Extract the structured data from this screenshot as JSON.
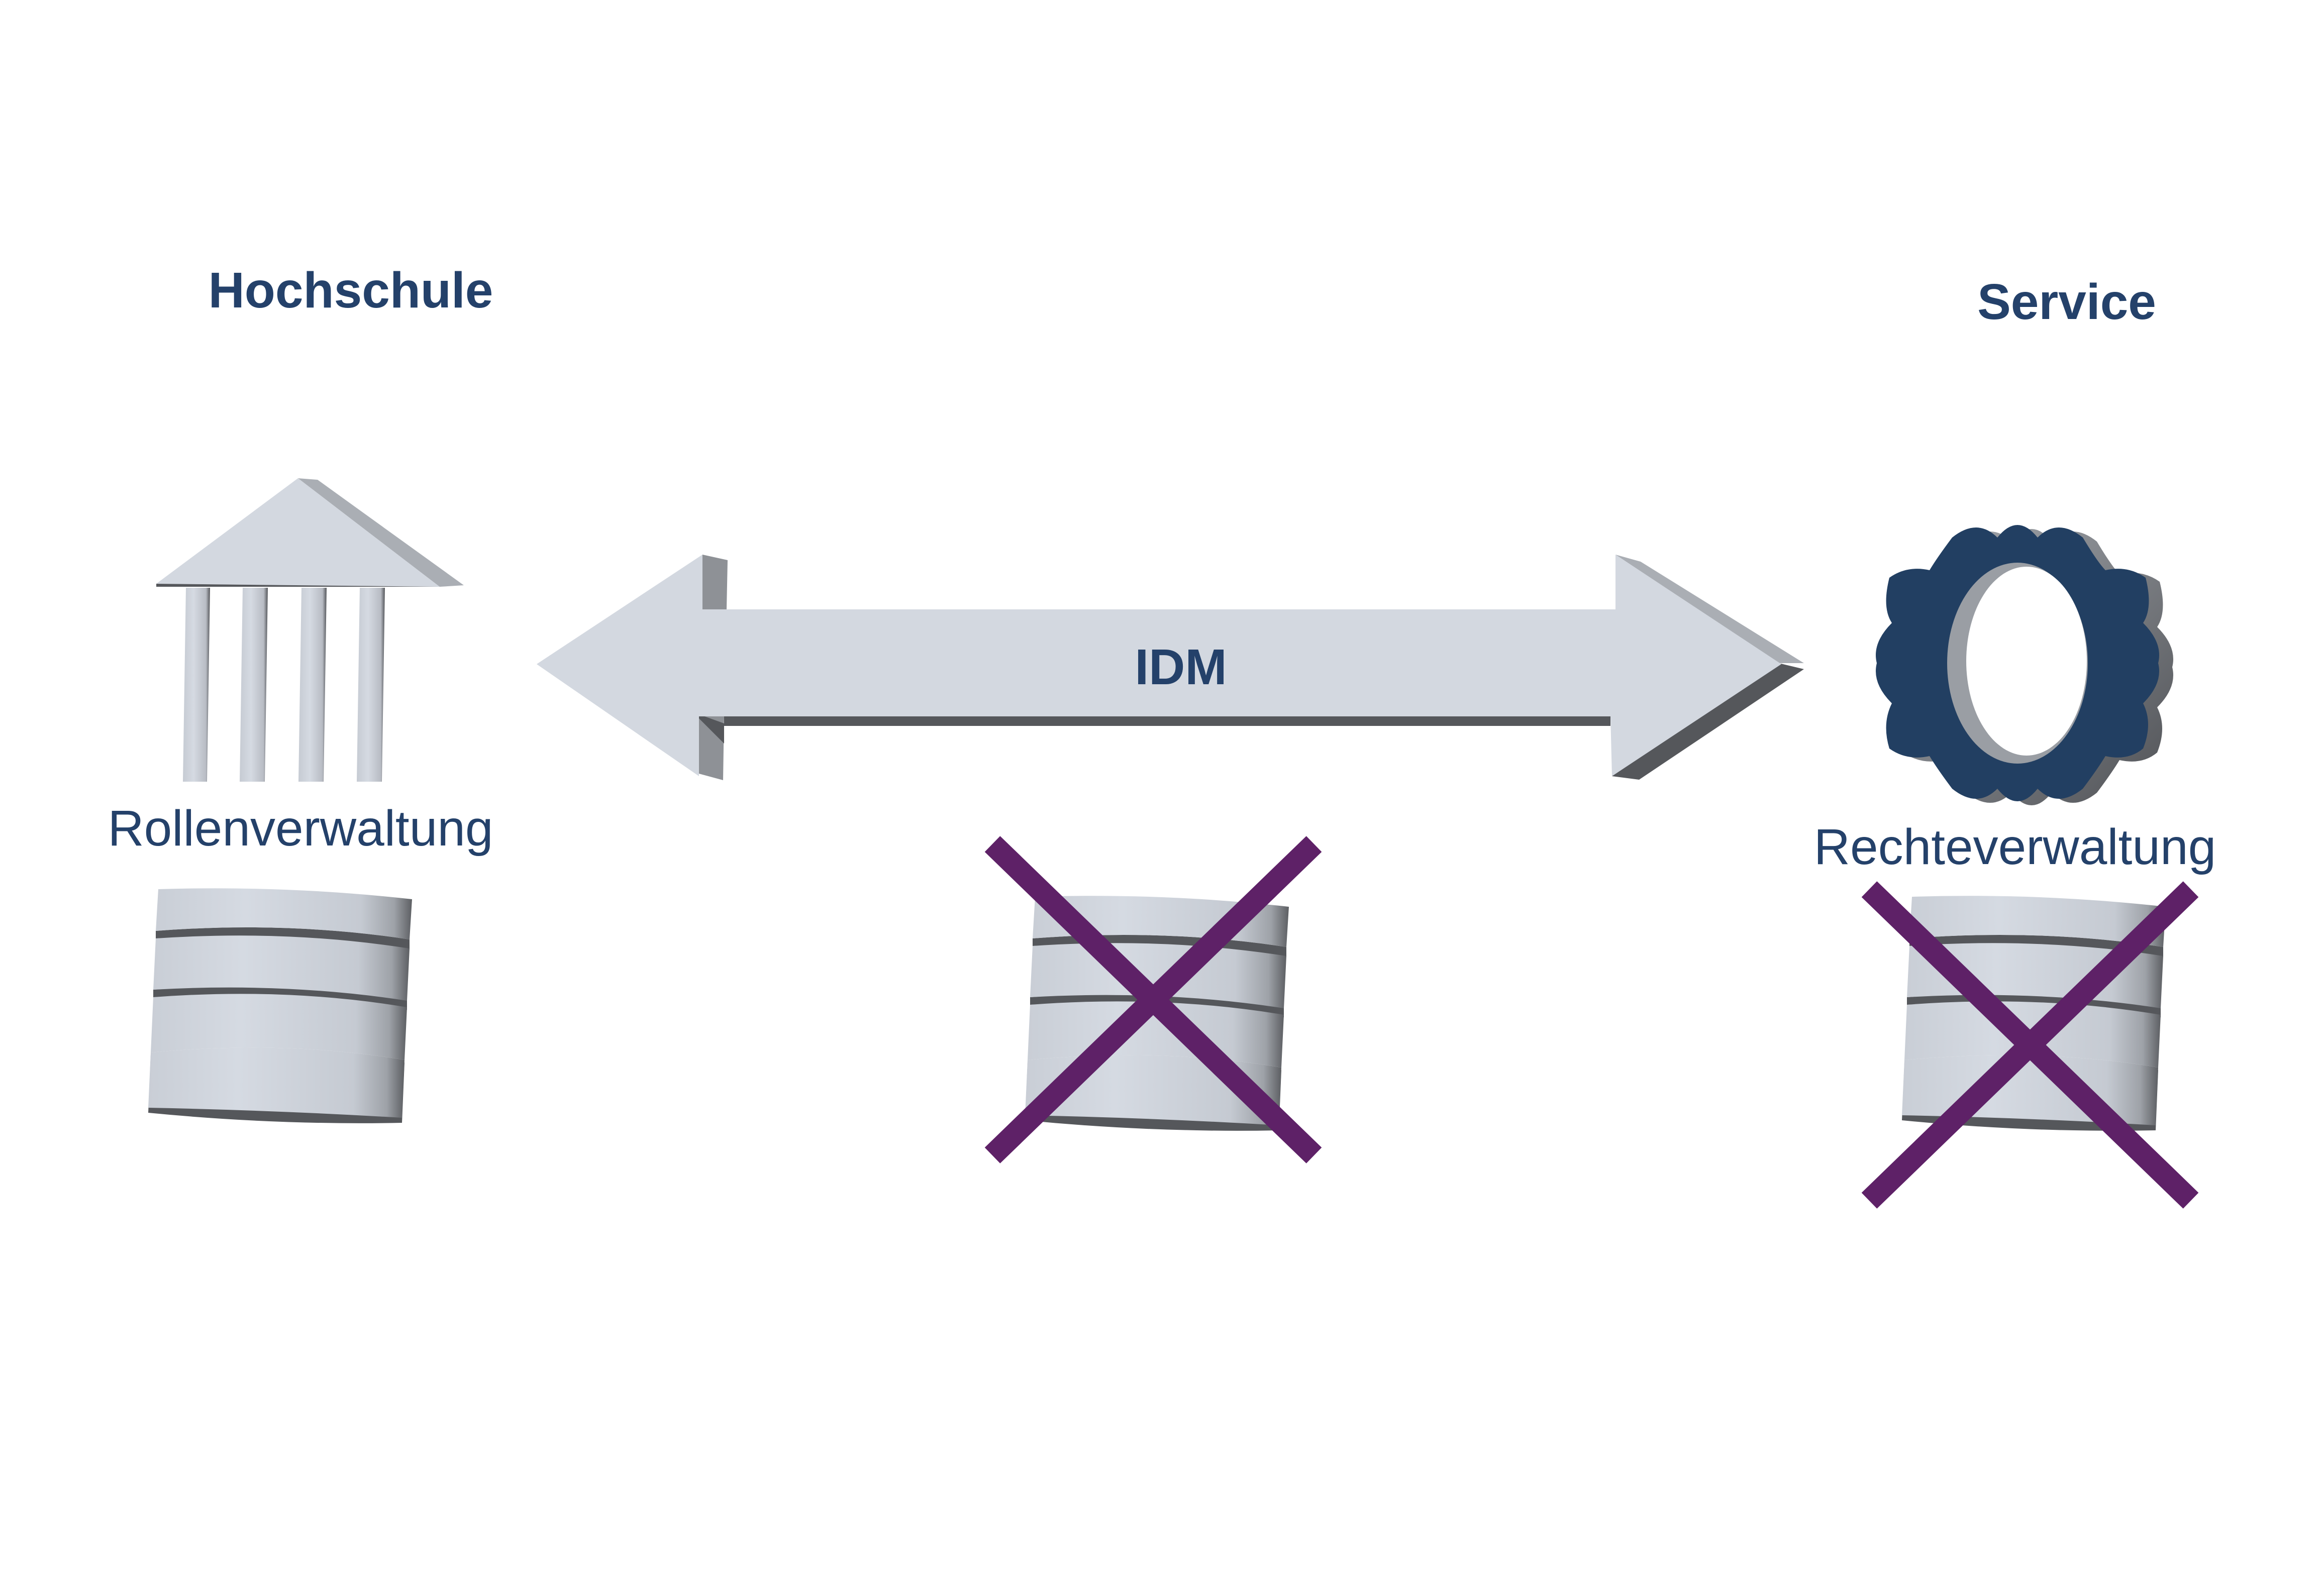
{
  "left": {
    "heading": "Hochschule",
    "caption": "Rollenverwaltung",
    "icon": "institution-building-icon",
    "database_icon": "database-icon",
    "database_crossed": false
  },
  "center": {
    "arrow_label": "IDM",
    "arrow_icon": "double-headed-arrow-icon",
    "database_icon": "database-icon",
    "database_crossed": true
  },
  "right": {
    "heading": "Service",
    "caption": "Rechteverwaltung",
    "icon": "gear-icon",
    "database_icon": "database-icon",
    "database_crossed": true
  },
  "colors": {
    "text": "#24416a",
    "shape_light": "#d3d8e0",
    "shape_shadow": "#55575b",
    "gear": "#223f62",
    "cross": "#5e2167",
    "background": "#ffffff"
  }
}
